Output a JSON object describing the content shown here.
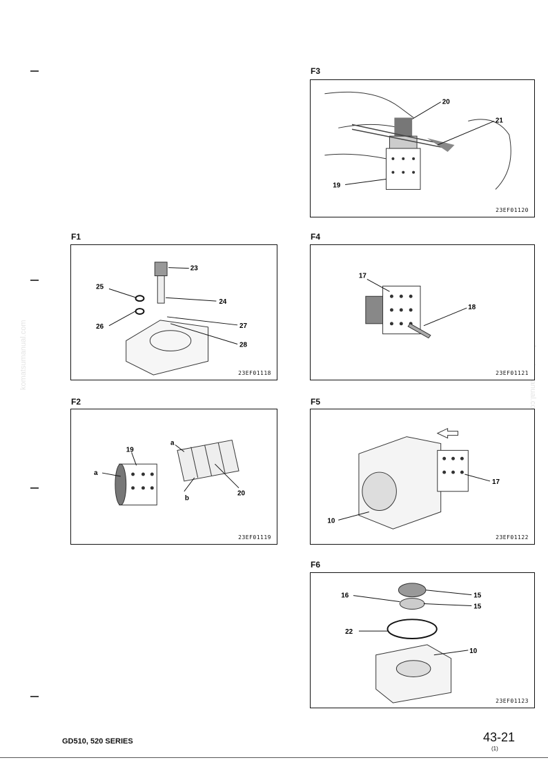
{
  "figures": {
    "f1": {
      "label": "F1",
      "code": "23EF01118",
      "callouts": [
        "23",
        "24",
        "25",
        "26",
        "27",
        "28"
      ]
    },
    "f2": {
      "label": "F2",
      "code": "23EF01119",
      "callouts": [
        "19",
        "a",
        "a",
        "b",
        "20"
      ]
    },
    "f3": {
      "label": "F3",
      "code": "23EF01120",
      "callouts": [
        "20",
        "21",
        "19"
      ]
    },
    "f4": {
      "label": "F4",
      "code": "23EF01121",
      "callouts": [
        "17",
        "18"
      ]
    },
    "f5": {
      "label": "F5",
      "code": "23EF01122",
      "callouts": [
        "17",
        "10"
      ]
    },
    "f6": {
      "label": "F6",
      "code": "23EF01123",
      "callouts": [
        "16",
        "15",
        "15",
        "22",
        "10"
      ]
    }
  },
  "watermark": "komatsumanual.com",
  "footer": {
    "series": "GD510, 520 SERIES",
    "page": "43-21",
    "revision": "(1)"
  }
}
